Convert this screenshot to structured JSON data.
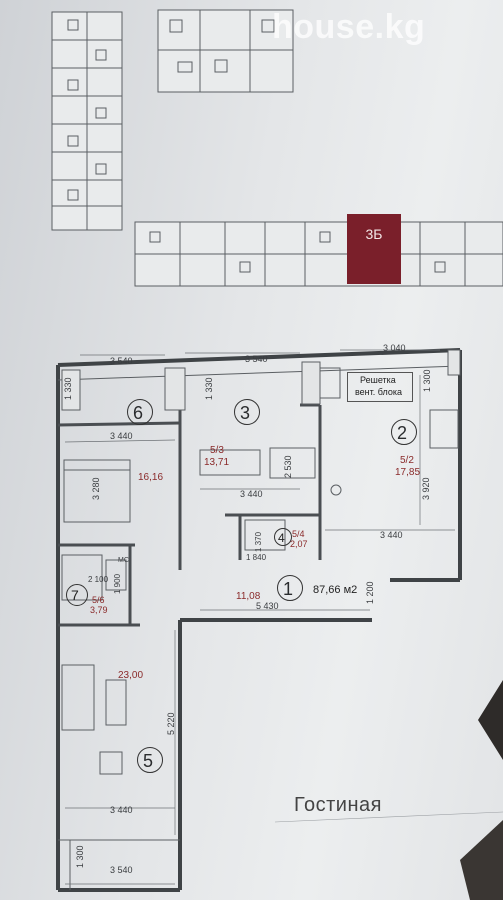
{
  "watermark": "house.kg",
  "section_badge": "3Б",
  "caption": "Гостиная",
  "total_area": "87,66 м2",
  "vent_label_1": "Решетка",
  "vent_label_2": "вент. блока",
  "rooms": [
    {
      "number": "1",
      "area": "11,08"
    },
    {
      "number": "2",
      "code": "5/2",
      "area": "17,85"
    },
    {
      "number": "3",
      "code": "5/3",
      "area": "13,71"
    },
    {
      "number": "4",
      "code": "5/4",
      "area": "2,07"
    },
    {
      "number": "5",
      "area": "23,00"
    },
    {
      "number": "6",
      "area": "16,16"
    },
    {
      "number": "7",
      "code": "5/6",
      "area": "3,79"
    }
  ],
  "dims": {
    "d3540a": "3 540",
    "d3540b": "3 540",
    "d3040": "3 040",
    "d1330a": "1 330",
    "d1330b": "1 330",
    "d1300": "1 300",
    "d3440a": "3 440",
    "d3440b": "3 440",
    "d3440c": "3 440",
    "d3440d": "3 440",
    "d3280": "3 280",
    "d2530": "2 530",
    "d3920": "3 920",
    "d1840": "1 840",
    "d1370": "1 370",
    "d2100": "2 100",
    "d1900": "1 900",
    "d5430": "5 430",
    "d1200": "1 200",
    "d5220": "5 220",
    "d1300b": "1 300",
    "d3540c": "3 540",
    "mc": "МС"
  }
}
